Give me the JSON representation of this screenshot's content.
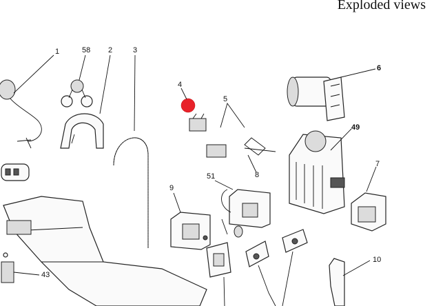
{
  "header": {
    "title": "Exploded views"
  },
  "callouts": [
    {
      "id": "c1",
      "text": "1"
    },
    {
      "id": "c58",
      "text": "58"
    },
    {
      "id": "c2",
      "text": "2"
    },
    {
      "id": "c3",
      "text": "3"
    },
    {
      "id": "c4",
      "text": "4"
    },
    {
      "id": "c5",
      "text": "5"
    },
    {
      "id": "c6",
      "text": "6"
    },
    {
      "id": "c49",
      "text": "49"
    },
    {
      "id": "c7",
      "text": "7"
    },
    {
      "id": "c8",
      "text": "8"
    },
    {
      "id": "c51",
      "text": "51"
    },
    {
      "id": "c9",
      "text": "9"
    },
    {
      "id": "c10",
      "text": "10"
    },
    {
      "id": "c43",
      "text": "43"
    }
  ],
  "colors": {
    "highlight": "#e8222a",
    "ink": "#111111"
  }
}
